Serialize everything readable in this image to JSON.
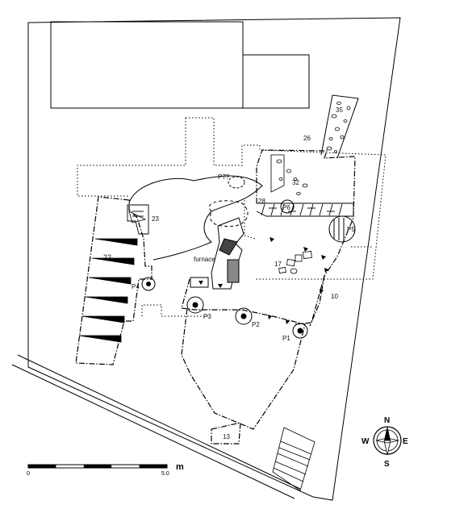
{
  "labels": {
    "area_35": "35",
    "area_26": "26",
    "area_32": "32",
    "area_28": "28",
    "area_23": "23",
    "area_22": "22",
    "area_17": "17",
    "area_10": "10",
    "area_13": "13",
    "p77": "P7?",
    "p6": "P6",
    "p5": "P5",
    "p4": "P4",
    "p3": "P3",
    "p2": "P2",
    "p1": "P1",
    "furnace": "furnace"
  },
  "compass": {
    "n": "N",
    "s": "S",
    "e": "E",
    "w": "W"
  },
  "scale": {
    "start": "0",
    "end": "5.0",
    "unit": "m"
  }
}
